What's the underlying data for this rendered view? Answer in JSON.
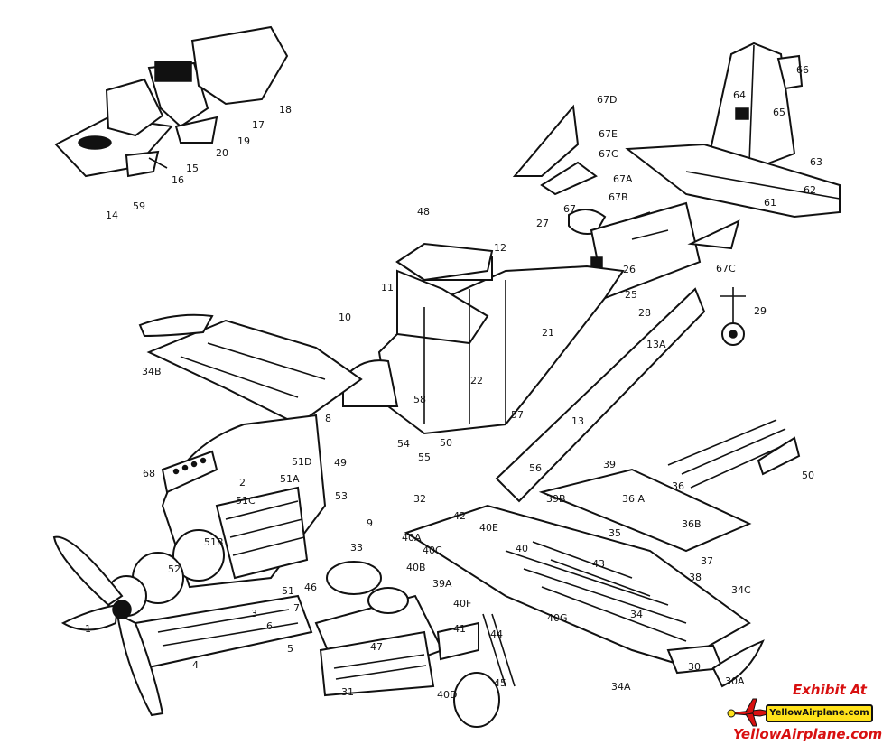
{
  "labels": {
    "l1": "1",
    "l2": "2",
    "l3": "3",
    "l4": "4",
    "l5": "5",
    "l6": "6",
    "l7": "7",
    "l8": "8",
    "l9": "9",
    "l10": "10",
    "l11": "11",
    "l12": "12",
    "l13": "13",
    "l13a": "13A",
    "l14": "14",
    "l15": "15",
    "l16": "16",
    "l17": "17",
    "l18": "18",
    "l19": "19",
    "l20": "20",
    "l21": "21",
    "l22": "22",
    "l25": "25",
    "l26": "26",
    "l27": "27",
    "l28": "28",
    "l29": "29",
    "l30": "30",
    "l30a": "30A",
    "l31": "31",
    "l32": "32",
    "l33": "33",
    "l34": "34",
    "l34a": "34A",
    "l34b": "34B",
    "l34c": "34C",
    "l35": "35",
    "l36": "36",
    "l36a": "36 A",
    "l36b": "36B",
    "l37": "37",
    "l38": "38",
    "l39": "39",
    "l39a": "39A",
    "l39b": "39B",
    "l40": "40",
    "l40a": "40A",
    "l40b": "40B",
    "l40c": "40C",
    "l40d": "40D",
    "l40e": "40E",
    "l40f": "40F",
    "l40g": "40G",
    "l41": "41",
    "l42": "42",
    "l43": "43",
    "l44": "44",
    "l45": "45",
    "l46": "46",
    "l47": "47",
    "l48": "48",
    "l49": "49",
    "l50": "50",
    "l50b": "50",
    "l51": "51",
    "l51a": "51A",
    "l51b": "51B",
    "l51c": "51C",
    "l51d": "51D",
    "l52": "52",
    "l53": "53",
    "l54": "54",
    "l55": "55",
    "l56": "56",
    "l57": "57",
    "l58": "58",
    "l59": "59",
    "l61": "61",
    "l62": "62",
    "l63": "63",
    "l64": "64",
    "l65": "65",
    "l66": "66",
    "l67": "67",
    "l67a": "67A",
    "l67b": "67B",
    "l67c": "67C",
    "l67c2": "67C",
    "l67d": "67D",
    "l67e": "67E",
    "l68": "68"
  },
  "badge": {
    "exhibit": "Exhibit At",
    "banner": "YellowAirplane.com",
    "site": "YellowAirplane.com"
  },
  "colors": {
    "ink": "#111111",
    "badge_text": "#d81010",
    "banner_fill": "#ffe21a"
  }
}
